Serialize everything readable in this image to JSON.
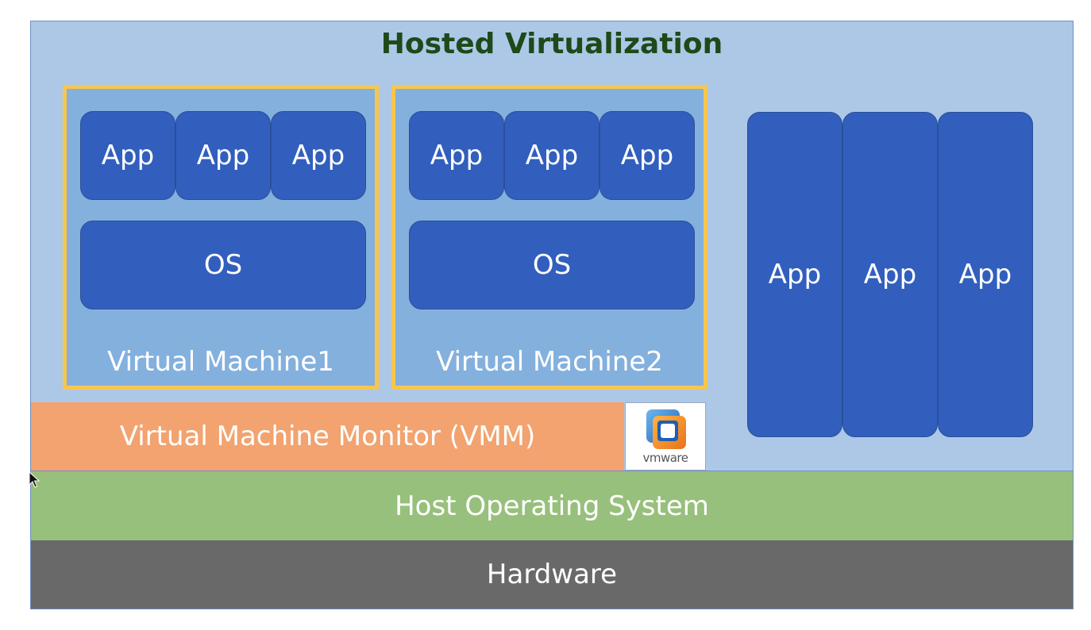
{
  "title": "Hosted Virtualization",
  "vm1": {
    "apps": [
      "App",
      "App",
      "App"
    ],
    "os": "OS",
    "label": "Virtual Machine1"
  },
  "vm2": {
    "apps": [
      "App",
      "App",
      "App"
    ],
    "os": "OS",
    "label": "Virtual Machine2"
  },
  "host_apps": [
    "App",
    "App",
    "App"
  ],
  "vmm": {
    "label": "Virtual Machine Monitor (VMM)",
    "logo_text": "vmware",
    "logo_icon": "vmware-logo-icon"
  },
  "host_os": "Host Operating System",
  "hardware": "Hardware",
  "colors": {
    "background": "#adc8e6",
    "vm_fill": "#84b0dd",
    "vm_border": "#f7c64e",
    "box": "#325fbd",
    "vmm": "#f2a36f",
    "host_os": "#98c07d",
    "hardware": "#696969",
    "title": "#1e4a1a"
  }
}
